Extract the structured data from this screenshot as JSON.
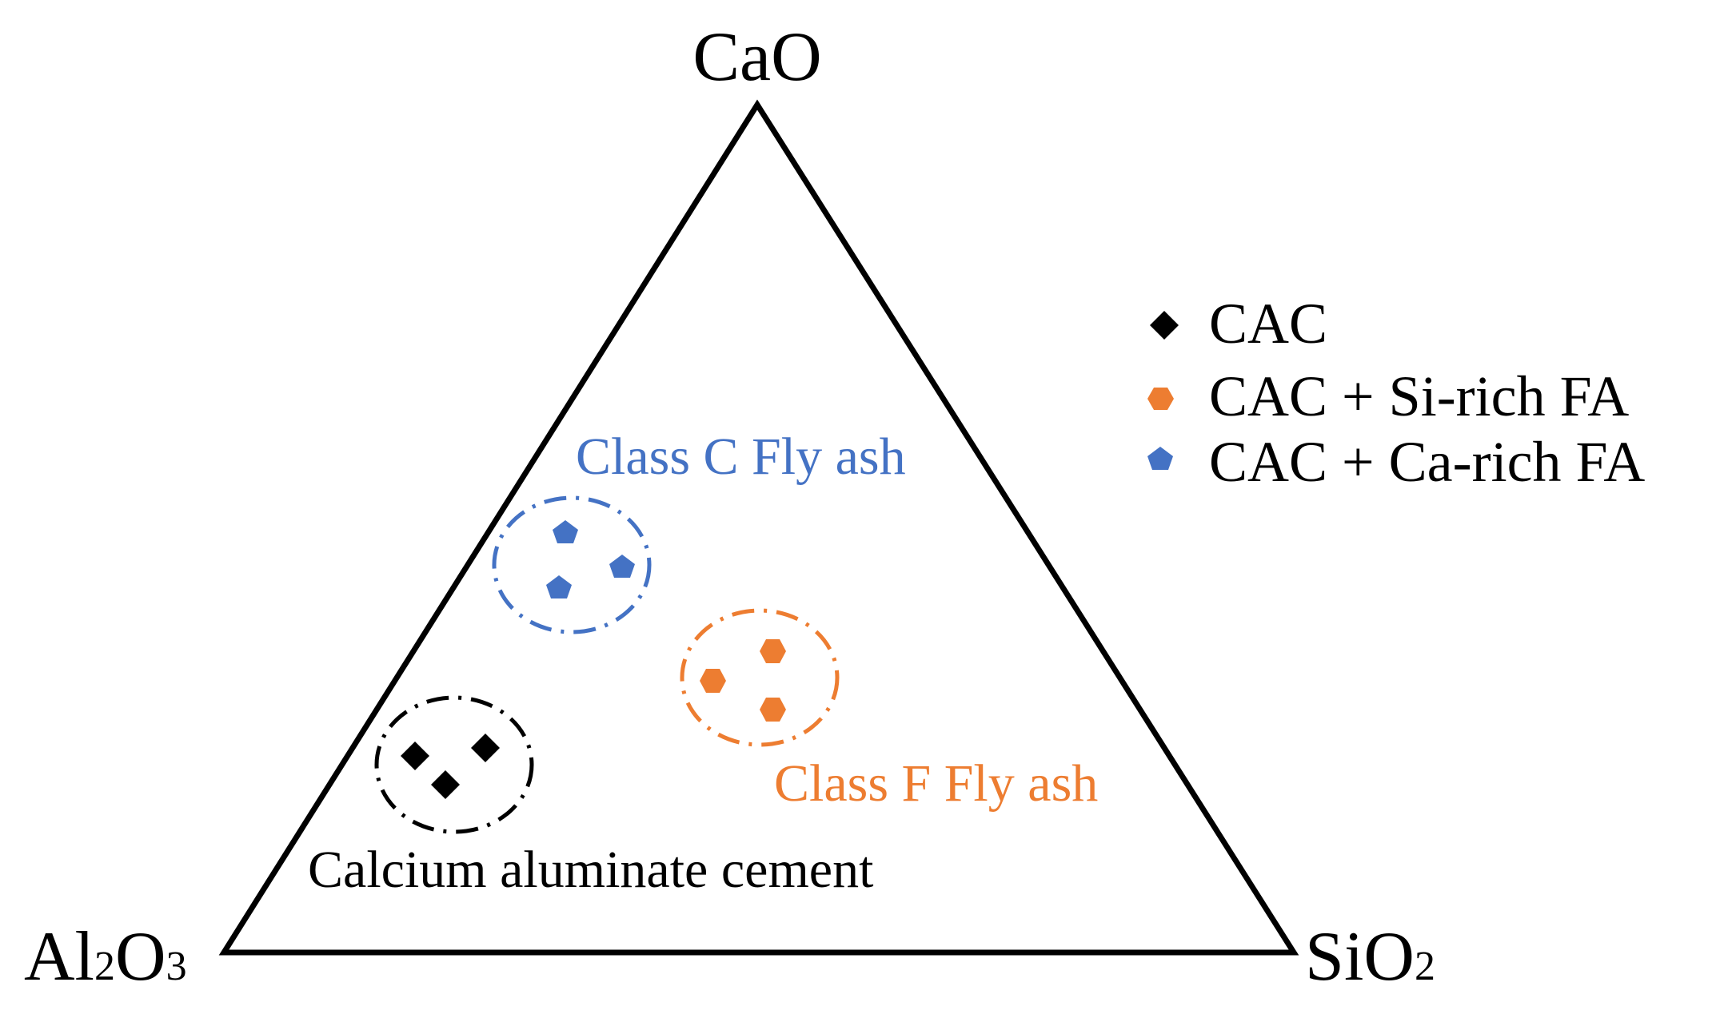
{
  "vertices": {
    "top": {
      "main": "CaO",
      "sub": ""
    },
    "left": {
      "main": "Al",
      "sub1": "2",
      "mid": "O",
      "sub2": "3"
    },
    "right": {
      "main": "SiO",
      "sub": "2"
    }
  },
  "regions": [
    {
      "id": "cac",
      "label": "Calcium aluminate cement",
      "color": "#000000",
      "marker": "diamond"
    },
    {
      "id": "class-f",
      "label": "Class F Fly ash",
      "color": "#ED7D31",
      "marker": "hexagon"
    },
    {
      "id": "class-c",
      "label": "Class C Fly ash",
      "color": "#4472C4",
      "marker": "pentagon"
    }
  ],
  "legend": {
    "position": "top-right",
    "items": [
      {
        "label": "CAC",
        "marker": "diamond",
        "color": "#000000"
      },
      {
        "label": "CAC + Si-rich FA",
        "marker": "hexagon",
        "color": "#ED7D31"
      },
      {
        "label": "CAC + Ca-rich FA",
        "marker": "pentagon",
        "color": "#4472C4"
      }
    ]
  },
  "colors": {
    "line": "#000000",
    "orange": "#ED7D31",
    "blue": "#4472C4"
  }
}
